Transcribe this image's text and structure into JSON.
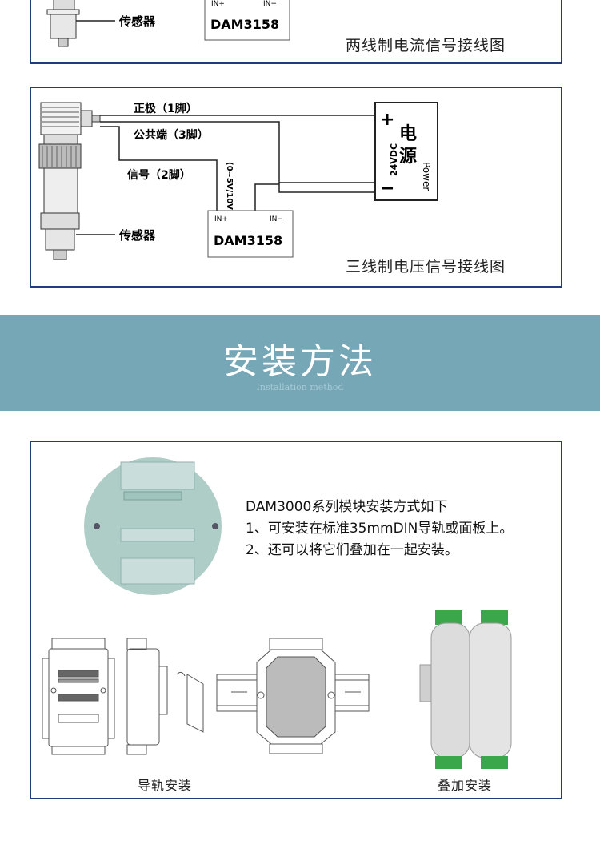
{
  "diagram1": {
    "sensor_label": "传感器",
    "in_plus": "IN+",
    "in_minus": "IN−",
    "module": "DAM3158",
    "caption": "两线制电流信号接线图"
  },
  "diagram2": {
    "wire1": "正极（1脚）",
    "wire2": "公共端（3脚）",
    "wire3": "信号（2脚）",
    "range": "(0~5V/10V)",
    "sensor_label": "传感器",
    "in_plus": "IN+",
    "in_minus": "IN−",
    "module": "DAM3158",
    "power_plus": "+",
    "power_minus": "−",
    "power_cn_1": "电",
    "power_cn_2": "源",
    "power_voltage": "24VDC",
    "power_en": "Power",
    "caption": "三线制电压信号接线图"
  },
  "banner": {
    "title": "安装方法",
    "subtitle": "Installation method"
  },
  "install": {
    "lines": [
      "DAM3000系列模块安装方式如下",
      "1、可安装在标准35mmDIN导轨或面板上。",
      "2、还可以将它们叠加在一起安装。"
    ],
    "label_rail": "导轨安装",
    "label_stack": "叠加安装"
  },
  "colors": {
    "border": "#1f3d7a",
    "banner": "#76a7b7",
    "terminal_green": "#3aa84a"
  }
}
